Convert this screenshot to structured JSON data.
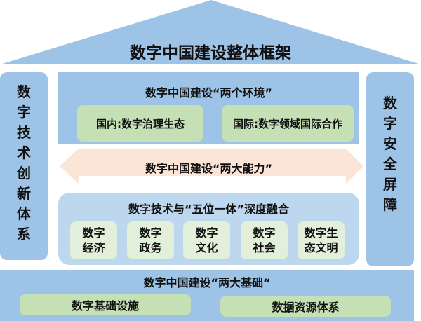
{
  "title": "数字中国建设整体框架",
  "left_pillar": {
    "label": "数字技术创新体系"
  },
  "right_pillar": {
    "label": "数字安全屏障"
  },
  "environments": {
    "title": "数字中国建设“两个环境”",
    "items": [
      "国内:数字治理生态",
      "国际:数字领域国际合作"
    ]
  },
  "capabilities": {
    "title": "数字中国建设“两大能力”"
  },
  "integration": {
    "title": "数字技术与“五位一体”深度融合",
    "items": [
      {
        "l1": "数字",
        "l2": "经济"
      },
      {
        "l1": "数字",
        "l2": "政务"
      },
      {
        "l1": "数字",
        "l2": "文化"
      },
      {
        "l1": "数字",
        "l2": "社会"
      },
      {
        "l1": "数字生",
        "l2": "态文明"
      }
    ]
  },
  "foundations": {
    "title": "数字中国建设“两大基础“",
    "items": [
      "数字基础设施",
      "数据资源体系"
    ]
  },
  "colors": {
    "blue": "#9dc3e6",
    "light_blue": "#bdd7ee",
    "green": "#c5e0b4",
    "pale_green": "#e2efda",
    "peach": "#fbe5d6"
  }
}
